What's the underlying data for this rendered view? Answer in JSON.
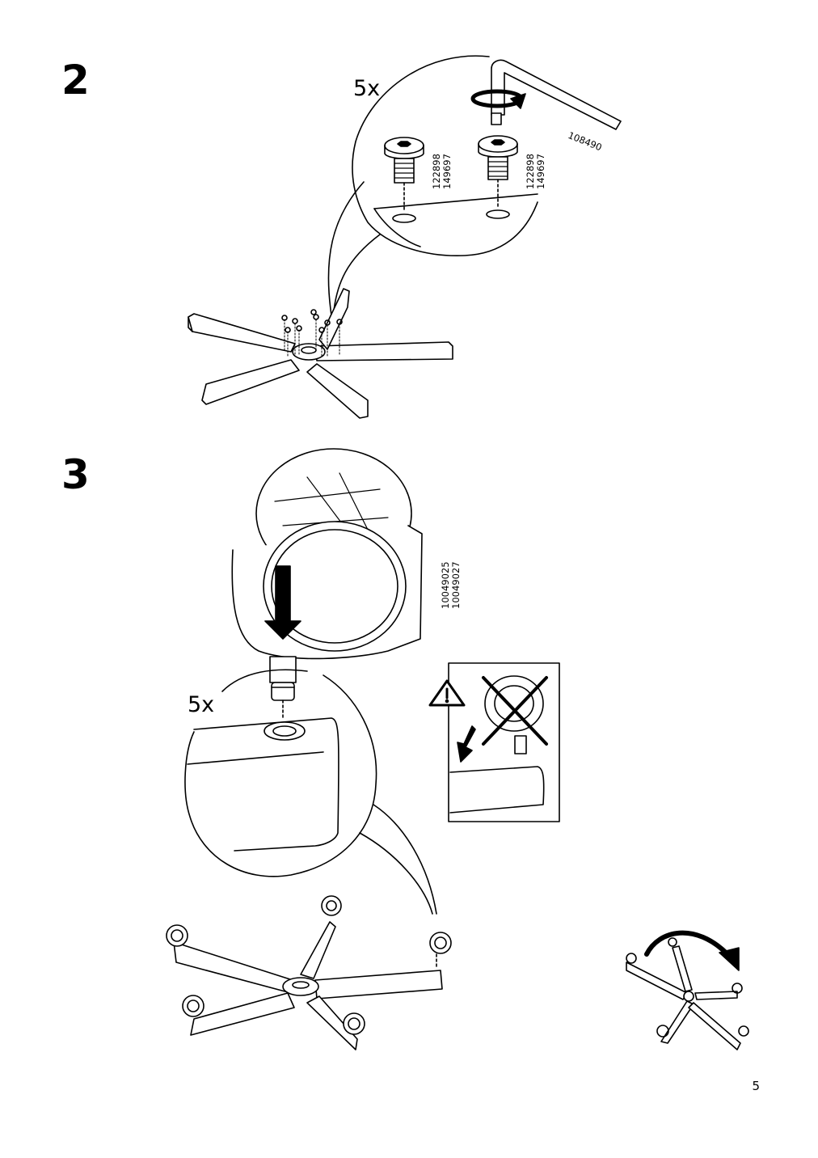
{
  "page": {
    "number": "5"
  },
  "step2": {
    "number": "2",
    "screw_count": "5x",
    "screw_codes": [
      "122898\n149697",
      "122898\n149697"
    ],
    "allen_key_code": "108490"
  },
  "step3": {
    "number": "3",
    "caster_count": "5x",
    "seat_codes": "10049025\n10049027",
    "warning_icon": "warning-triangle-icon"
  }
}
